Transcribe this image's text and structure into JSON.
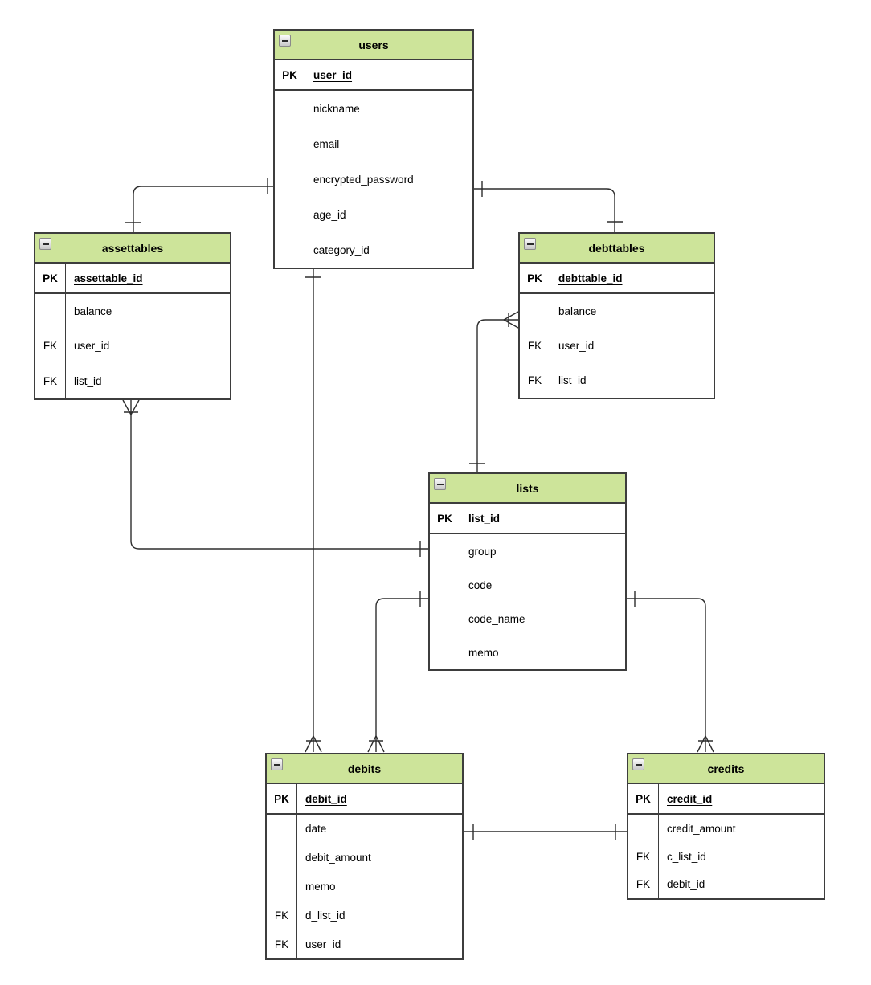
{
  "colors": {
    "header_fill": "#cde49a",
    "table_border": "#3d3d3d",
    "edge_line": "#2d2d2d",
    "background": "#ffffff"
  },
  "icons": {
    "collapse": "minus-in-square"
  },
  "entities": {
    "users": {
      "title": "users",
      "pk_key": "PK",
      "pk_field": "user_id",
      "rows": [
        {
          "key": "",
          "field": "nickname"
        },
        {
          "key": "",
          "field": "email"
        },
        {
          "key": "",
          "field": "encrypted_password"
        },
        {
          "key": "",
          "field": "age_id"
        },
        {
          "key": "",
          "field": "category_id"
        }
      ]
    },
    "assettables": {
      "title": "assettables",
      "pk_key": "PK",
      "pk_field": "assettable_id",
      "rows": [
        {
          "key": "",
          "field": "balance"
        },
        {
          "key": "FK",
          "field": "user_id"
        },
        {
          "key": "FK",
          "field": "list_id"
        }
      ]
    },
    "debttables": {
      "title": "debttables",
      "pk_key": "PK",
      "pk_field": "debttable_id",
      "rows": [
        {
          "key": "",
          "field": "balance"
        },
        {
          "key": "FK",
          "field": "user_id"
        },
        {
          "key": "FK",
          "field": "list_id"
        }
      ]
    },
    "lists": {
      "title": "lists",
      "pk_key": "PK",
      "pk_field": "list_id",
      "rows": [
        {
          "key": "",
          "field": "group"
        },
        {
          "key": "",
          "field": "code"
        },
        {
          "key": "",
          "field": "code_name"
        },
        {
          "key": "",
          "field": "memo"
        }
      ]
    },
    "debits": {
      "title": "debits",
      "pk_key": "PK",
      "pk_field": "debit_id",
      "rows": [
        {
          "key": "",
          "field": "date"
        },
        {
          "key": "",
          "field": "debit_amount"
        },
        {
          "key": "",
          "field": "memo"
        },
        {
          "key": "FK",
          "field": "d_list_id"
        },
        {
          "key": "FK",
          "field": "user_id"
        }
      ]
    },
    "credits": {
      "title": "credits",
      "pk_key": "PK",
      "pk_field": "credit_id",
      "rows": [
        {
          "key": "",
          "field": "credit_amount"
        },
        {
          "key": "FK",
          "field": "c_list_id"
        },
        {
          "key": "FK",
          "field": "debit_id"
        }
      ]
    }
  },
  "relationships": [
    {
      "from": "users",
      "to": "assettables",
      "from_cardinality": "one",
      "to_cardinality": "one"
    },
    {
      "from": "users",
      "to": "debttables",
      "from_cardinality": "one",
      "to_cardinality": "one"
    },
    {
      "from": "users",
      "to": "debits",
      "from_cardinality": "one",
      "to_cardinality": "one-or-many"
    },
    {
      "from": "lists",
      "to": "assettables",
      "from_cardinality": "one",
      "to_cardinality": "one-or-many"
    },
    {
      "from": "lists",
      "to": "debttables",
      "from_cardinality": "one",
      "to_cardinality": "one-or-many"
    },
    {
      "from": "lists",
      "to": "debits",
      "from_cardinality": "one",
      "to_cardinality": "one-or-many"
    },
    {
      "from": "lists",
      "to": "credits",
      "from_cardinality": "one",
      "to_cardinality": "one-or-many"
    },
    {
      "from": "debits",
      "to": "credits",
      "from_cardinality": "one",
      "to_cardinality": "one"
    }
  ]
}
